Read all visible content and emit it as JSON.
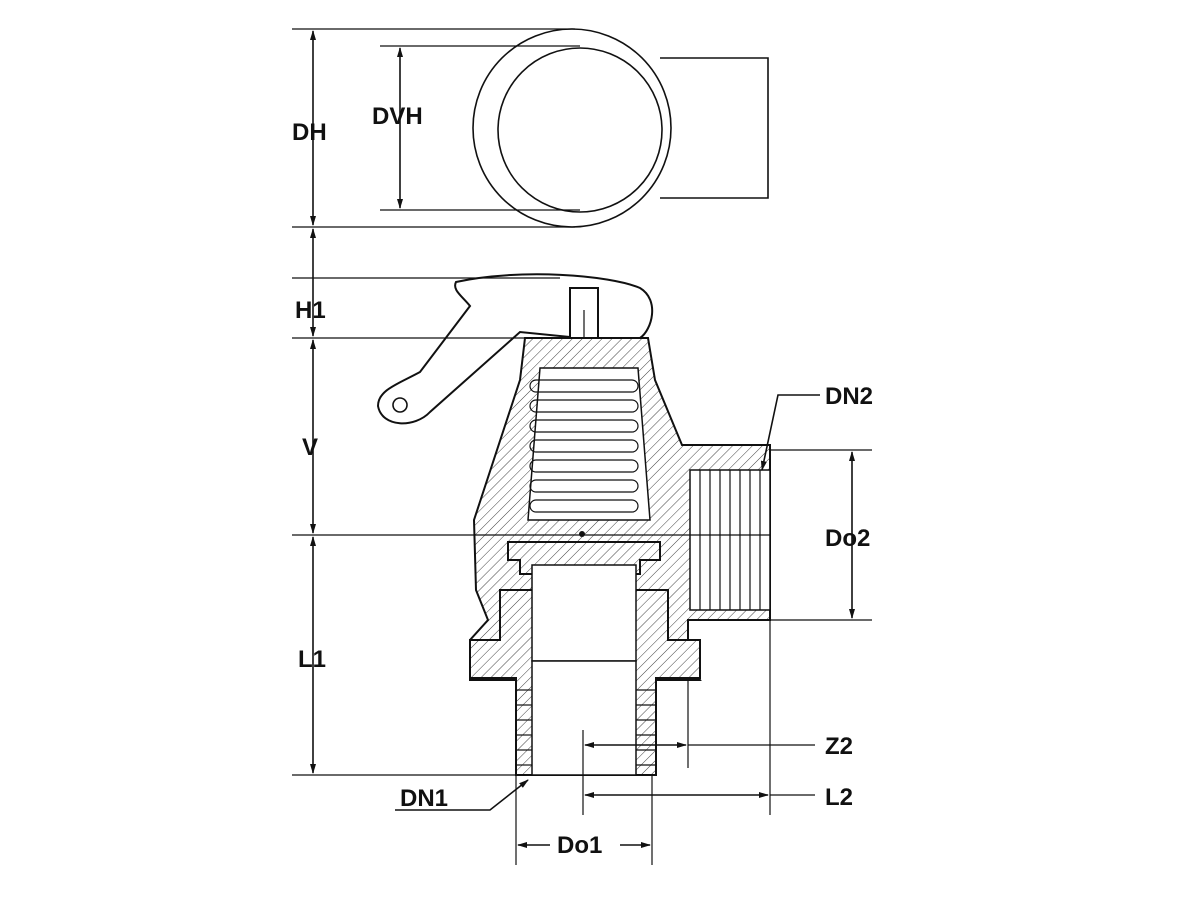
{
  "diagram": {
    "labels": {
      "DH": "DH",
      "DVH": "DVH",
      "H1": "H1",
      "V": "V",
      "L1": "L1",
      "DN1": "DN1",
      "Do1": "Do1",
      "DN2": "DN2",
      "Do2": "Do2",
      "Z2": "Z2",
      "L2": "L2"
    }
  }
}
